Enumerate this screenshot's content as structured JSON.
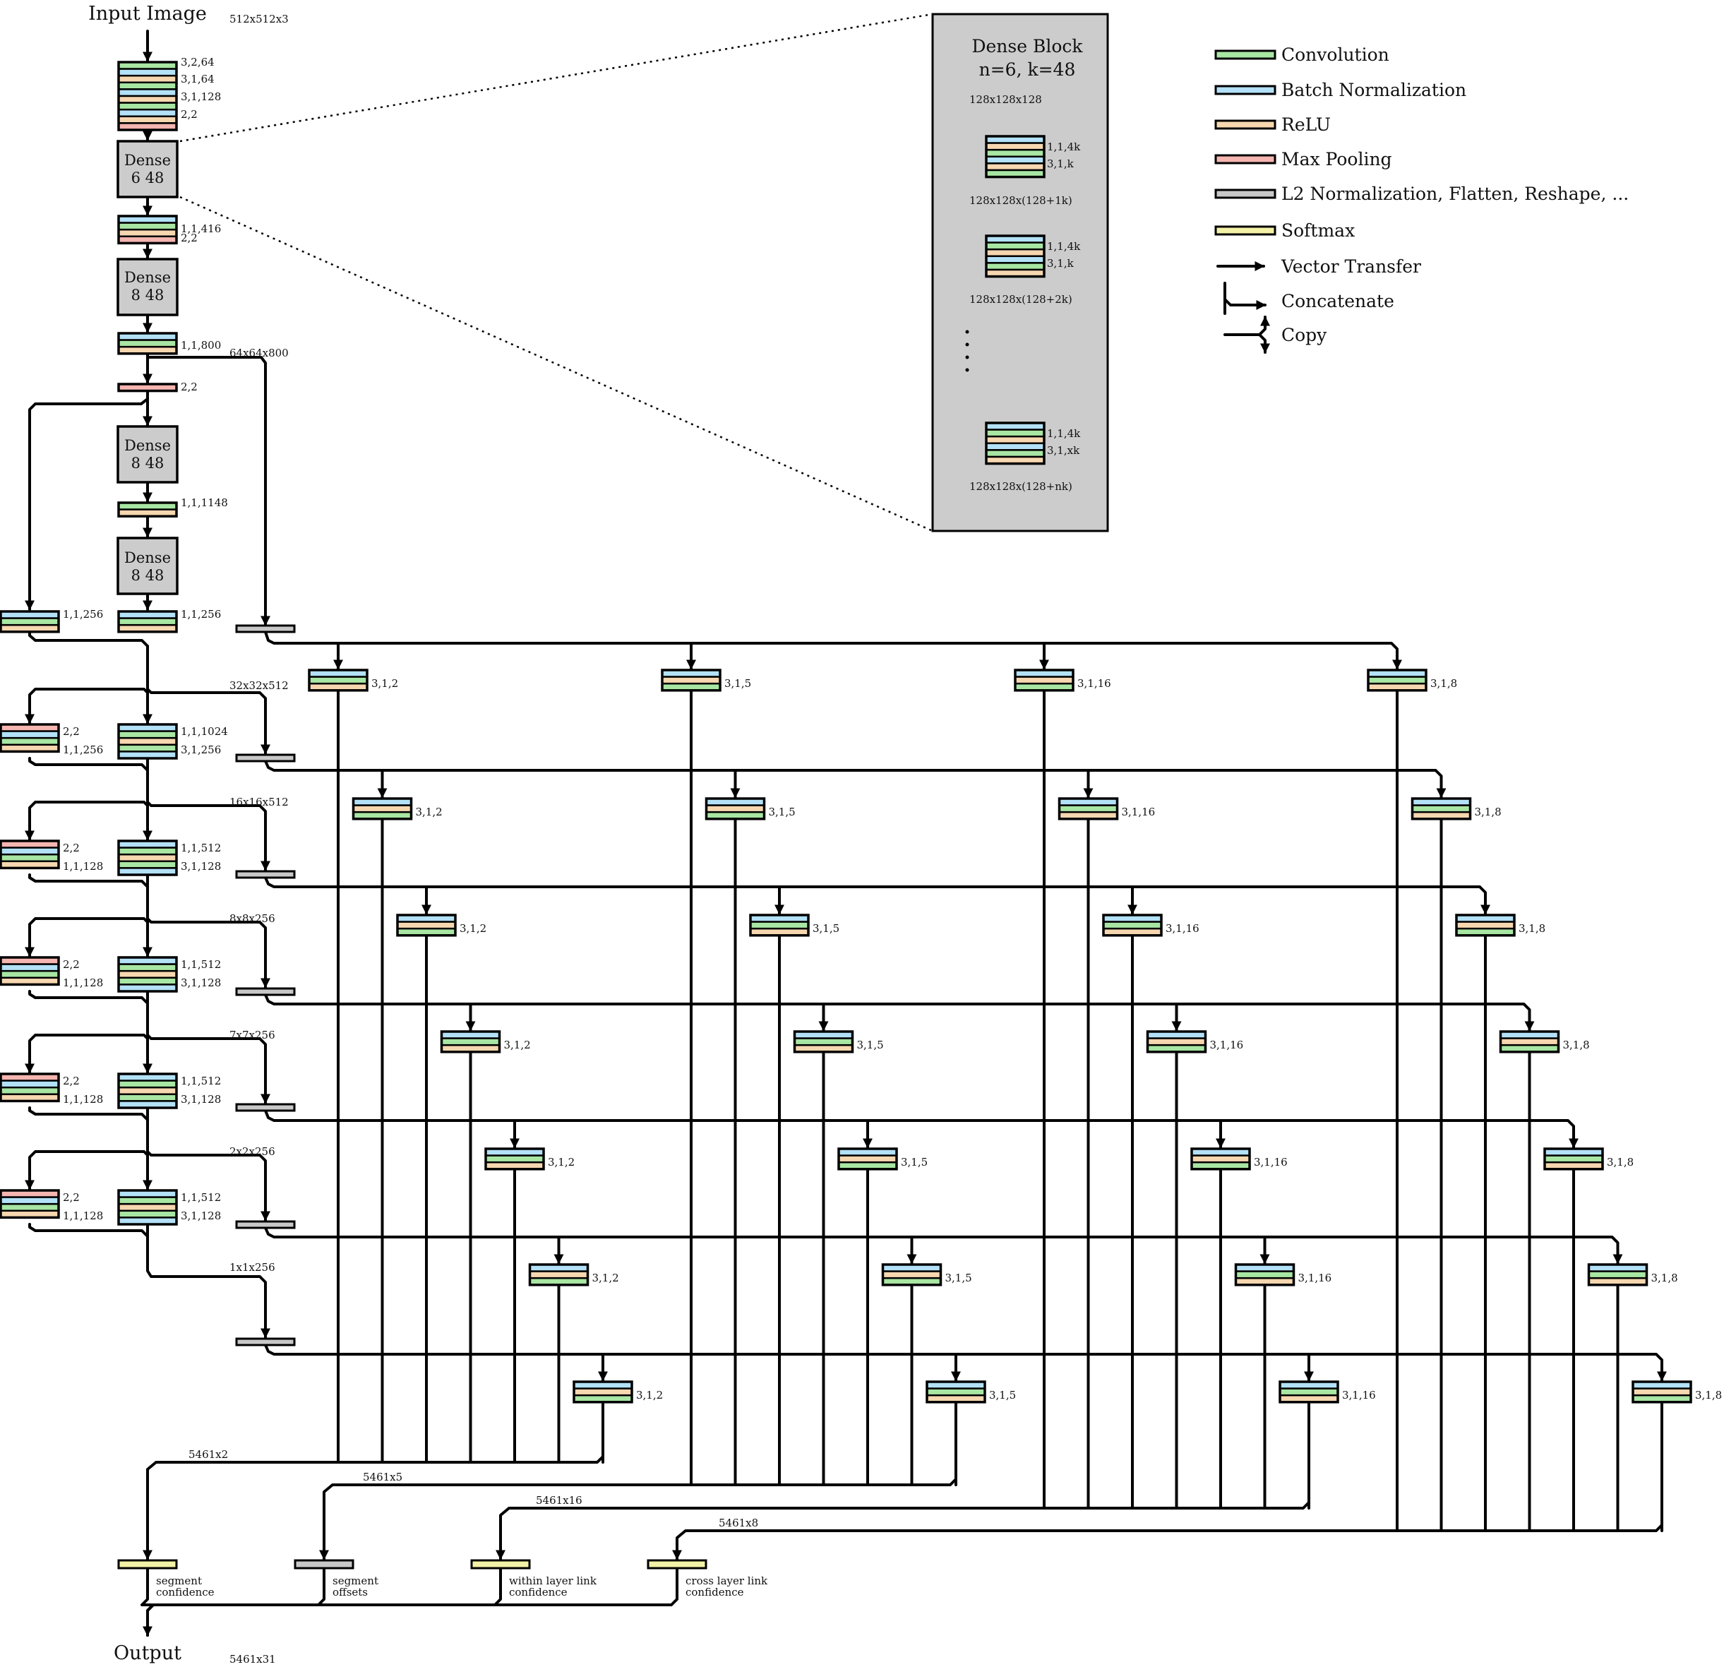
{
  "colors": {
    "conv": "#a8e6a3",
    "bn": "#b3e1f7",
    "relu": "#f6d7b0",
    "pool": "#f5b5b0",
    "l2": "#c8c8c8",
    "softmax": "#f3f1a6",
    "dense_box": "#cccccc",
    "dense_detail": "#cccccc"
  },
  "input": {
    "title": "Input Image",
    "size": "512x512x3"
  },
  "output": {
    "title": "Output",
    "size": "5461x31"
  },
  "stem_labels": [
    "3,2,64",
    "3,1,64",
    "3,1,128",
    "2,2"
  ],
  "dense_blocks": [
    {
      "line1": "Dense",
      "line2": "6 48"
    },
    {
      "line1": "Dense",
      "line2": "8 48"
    },
    {
      "line1": "Dense",
      "line2": "8 48"
    },
    {
      "line1": "Dense",
      "line2": "8 48"
    }
  ],
  "trunk_labels": {
    "t1a": "1,1,416",
    "t1b": "2,2",
    "t2": "1,1,800",
    "t2_size": "64x64x800",
    "t3": "2,2",
    "t4": "1,1,1148",
    "t5_left": "1,1,256",
    "t5_mid": "1,1,256"
  },
  "source_rows": [
    {
      "size": "32x32x512",
      "left_a": "2,2",
      "left_b": "1,1,256",
      "mid_a": "1,1,1024",
      "mid_b": "3,1,256"
    },
    {
      "size": "16x16x512",
      "left_a": "2,2",
      "left_b": "1,1,128",
      "mid_a": "1,1,512",
      "mid_b": "3,1,128"
    },
    {
      "size": "8x8x256",
      "left_a": "2,2",
      "left_b": "1,1,128",
      "mid_a": "1,1,512",
      "mid_b": "3,1,128"
    },
    {
      "size": "7x7x256",
      "left_a": "2,2",
      "left_b": "1,1,128",
      "mid_a": "1,1,512",
      "mid_b": "3,1,128"
    },
    {
      "size": "2x2x256",
      "left_a": "2,2",
      "left_b": "1,1,128",
      "mid_a": "1,1,512",
      "mid_b": "3,1,128"
    },
    {
      "size": "1x1x256"
    }
  ],
  "head_labels": [
    "3,1,2",
    "3,1,5",
    "3,1,16",
    "3,1,8"
  ],
  "head_outputs": [
    {
      "size": "5461x2",
      "line1": "segment",
      "line2": "confidence"
    },
    {
      "size": "5461x5",
      "line1": "segment",
      "line2": "offsets"
    },
    {
      "size": "5461x16",
      "line1": "within layer link",
      "line2": "confidence"
    },
    {
      "size": "5461x8",
      "line1": "cross layer link",
      "line2": "confidence"
    }
  ],
  "dense_detail": {
    "title": "Dense Block",
    "subtitle": "n=6, k=48",
    "in_size": "128x128x128",
    "unit_a": "1,1,4k",
    "unit_b": [
      "3,1,k",
      "3,1,k",
      "3,1,xk"
    ],
    "sizes": [
      "128x128x(128+1k)",
      "128x128x(128+2k)",
      "128x128x(128+nk)"
    ]
  },
  "legend": [
    {
      "label": "Convolution",
      "swatch": "conv"
    },
    {
      "label": "Batch Normalization",
      "swatch": "bn"
    },
    {
      "label": "ReLU",
      "swatch": "relu"
    },
    {
      "label": "Max Pooling",
      "swatch": "pool"
    },
    {
      "label": "L2 Normalization, Flatten, Reshape, ...",
      "swatch": "l2"
    },
    {
      "label": "Softmax",
      "swatch": "softmax"
    },
    {
      "label": "Vector Transfer",
      "swatch": "arrow"
    },
    {
      "label": "Concatenate",
      "swatch": "concat"
    },
    {
      "label": "Copy",
      "swatch": "copy"
    }
  ]
}
